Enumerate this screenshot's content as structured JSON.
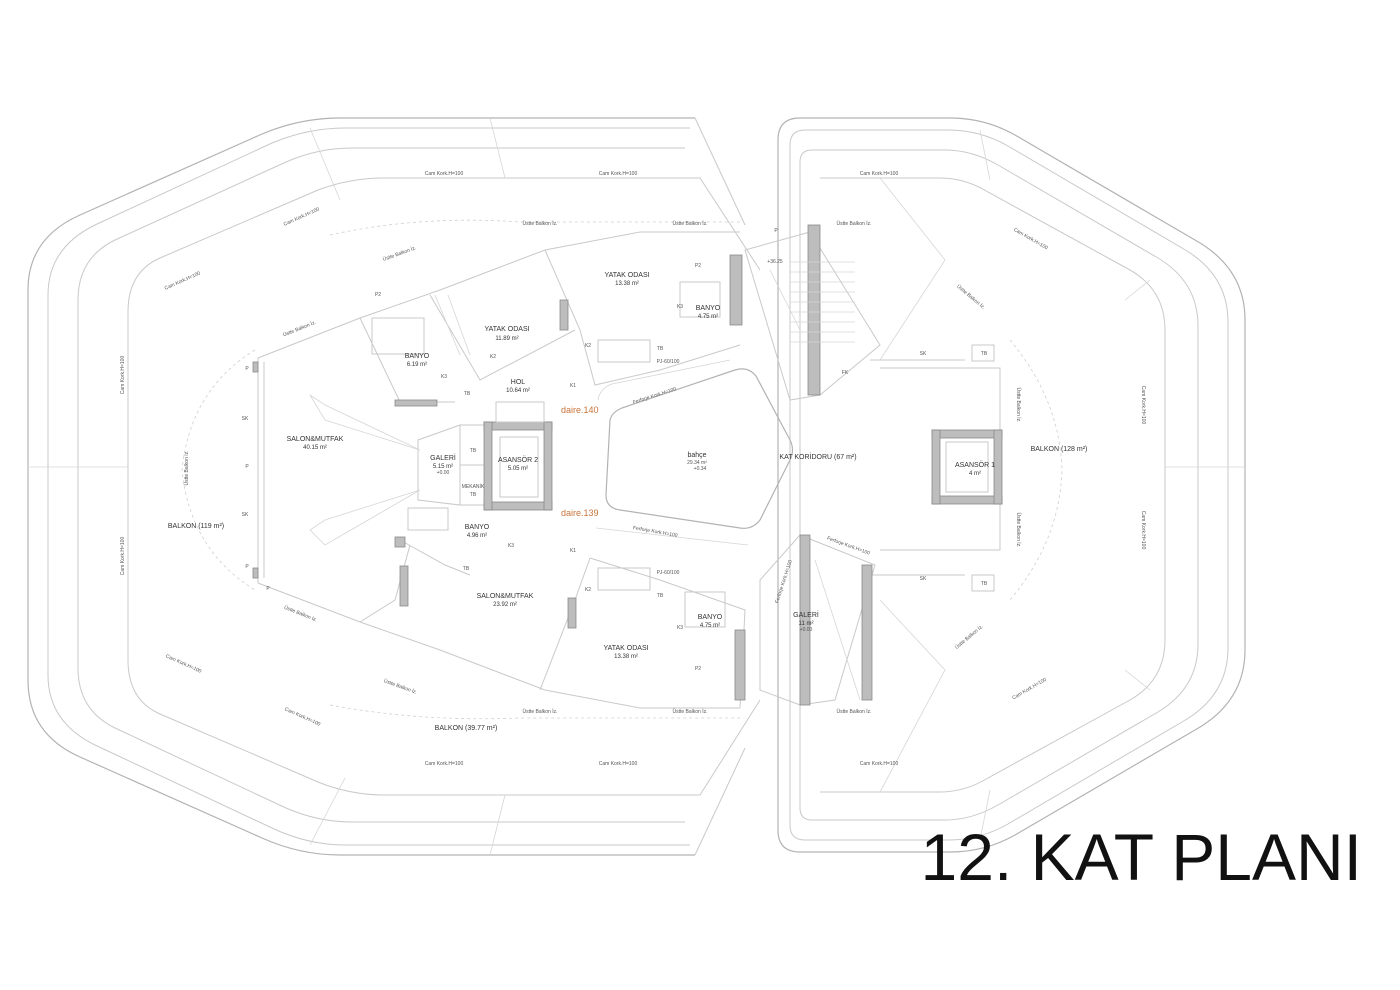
{
  "title": "12. KAT PLANI",
  "colors": {
    "line": "#c9c9c9",
    "wall": "#bdbdbd",
    "unit_label": "#c8743a",
    "text": "#333333",
    "title": "#111111"
  },
  "rooms": {
    "yatak1": {
      "name": "YATAK ODASI",
      "area": "11.89 m²"
    },
    "yatak2": {
      "name": "YATAK ODASI",
      "area": "13.38 m²"
    },
    "yatak3": {
      "name": "YATAK ODASI",
      "area": "13.38 m²"
    },
    "banyo1": {
      "name": "BANYO",
      "area": "6.19 m²"
    },
    "banyo2": {
      "name": "BANYO",
      "area": "4.75 m²"
    },
    "banyo3": {
      "name": "BANYO",
      "area": "4.96 m²"
    },
    "banyo4": {
      "name": "BANYO",
      "area": "4.75 m²"
    },
    "hol": {
      "name": "HOL",
      "area": "10.64 m²"
    },
    "salon1": {
      "name": "SALON&MUTFAK",
      "area": "40.15 m²"
    },
    "salon2": {
      "name": "SALON&MUTFAK",
      "area": "23.92 m²"
    },
    "galeri1": {
      "name": "GALERİ",
      "area": "5.15 m²",
      "level": "+0.00"
    },
    "galeri2": {
      "name": "GALERİ",
      "area": "11 m²",
      "level": "+0.00"
    },
    "asansor2": {
      "name": "ASANSÖR 2",
      "area": "5.05 m²"
    },
    "asansor1": {
      "name": "ASANSÖR 1",
      "area": "4 m²"
    },
    "bahce": {
      "name": "bahçe",
      "area": "29.34 m²",
      "level": "+0.34"
    },
    "koridor": {
      "name": "KAT KORİDORU (67 m²)"
    },
    "balkon_left": {
      "name": "BALKON (119 m²)"
    },
    "balkon_right": {
      "name": "BALKON (128 m²)"
    },
    "balkon_bottom": {
      "name": "BALKON (39.77 m²)"
    },
    "mekanik": {
      "name": "MEKANİK"
    }
  },
  "units": {
    "u140": "daire.140",
    "u139": "daire.139"
  },
  "notes": {
    "cam": "Cam Kork.H=100",
    "ustte": "Üstte Balkon İz.",
    "ferforje": "Ferforje Kork.H=100",
    "level_top": "+36.25",
    "pj": "PJ-60/100"
  },
  "tags": {
    "tb": "TB",
    "k1": "K1",
    "k2": "K2",
    "k3": "K3",
    "p2": "P2",
    "p": "P",
    "sk": "SK",
    "fk": "FK"
  }
}
